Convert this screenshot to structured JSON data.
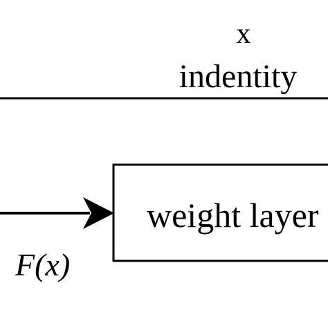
{
  "diagram": {
    "identity_top_label": "x",
    "identity_label": "indentity",
    "block_label": "weight layer",
    "input_label": "F(x)",
    "stroke_color": "#000000",
    "background_color": "#ffffff"
  }
}
